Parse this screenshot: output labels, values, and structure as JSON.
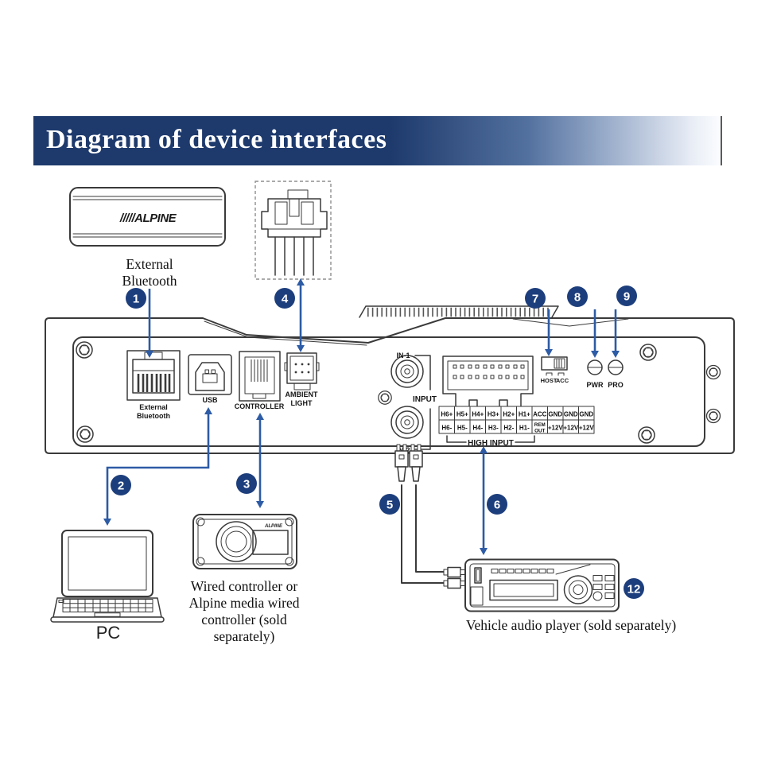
{
  "title_bar": {
    "title": "Diagram of device interfaces"
  },
  "colors": {
    "banner_navy": "#1e3a6d",
    "callout_navy": "#1d3e7c",
    "arrow_blue": "#2d5ba5",
    "line_gray": "#3a3a3a"
  },
  "callouts": {
    "n1": "1",
    "n2": "2",
    "n3": "3",
    "n4": "4",
    "n5": "5",
    "n6": "6",
    "n7": "7",
    "n8": "8",
    "n9": "9",
    "n12": "12"
  },
  "bluetooth_module": {
    "logo": "/////ALPINE",
    "caption1": "External",
    "caption2": "Bluetooth"
  },
  "rear_panel": {
    "external_bt_label1": "External",
    "external_bt_label2": "Bluetooth",
    "usb_label": "USB",
    "controller_label": "CONTROLLER",
    "ambient_label1": "AMBIENT",
    "ambient_label2": "LIGHT",
    "in1_label": "IN-1",
    "input_label": "INPUT",
    "in2_label": "IN-2",
    "host_label": "HOST",
    "acc_label": "ACC",
    "pwr_label": "PWR",
    "pro_label": "PRO",
    "high_input_label": "HIGH INPUT",
    "terminal": {
      "row1": [
        "H6+",
        "H5+",
        "H4+",
        "H3+",
        "H2+",
        "H1+",
        "ACC",
        "GND",
        "GND",
        "GND"
      ],
      "row2": [
        "H6-",
        "H5-",
        "H4-",
        "H3-",
        "H2-",
        "H1-"
      ],
      "rem_out1": "REM",
      "rem_out2": "OUT",
      "row2_power": [
        "+12V",
        "+12V",
        "+12V"
      ]
    }
  },
  "pc": {
    "caption": "PC"
  },
  "wired_controller": {
    "logo": "ALPINE",
    "caption": [
      "Wired controller or",
      "Alpine media wired",
      "controller (sold",
      "separately)"
    ]
  },
  "audio_player": {
    "caption": "Vehicle audio player (sold separately)"
  }
}
